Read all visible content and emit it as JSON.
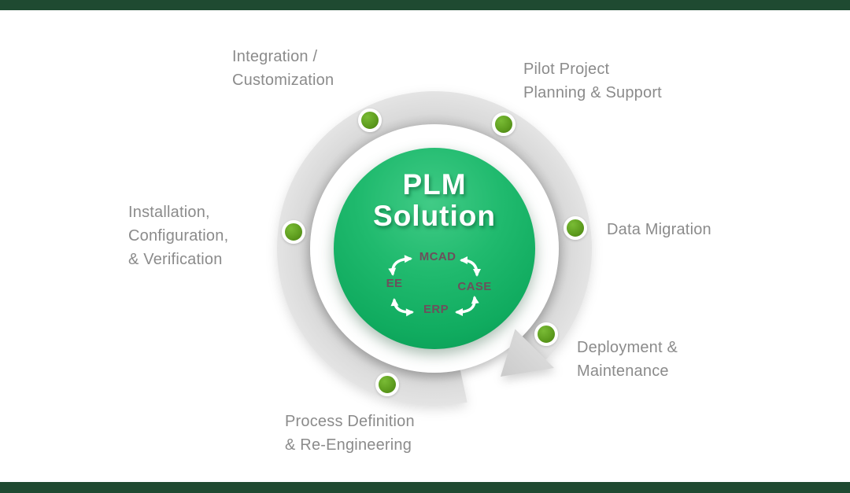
{
  "colors": {
    "border_bar": "#1f4a31",
    "ring_gray": "#d9d9d9",
    "stage_label_text": "#8b8b8b",
    "dot_green": "#5f9e1f",
    "solution_circle_green": "#17b468",
    "cycle_label_text": "#6d4f5c"
  },
  "center": {
    "title_line1": "PLM",
    "title_line2": "Solution",
    "cycle_items": [
      {
        "id": "mcad",
        "label": "MCAD"
      },
      {
        "id": "case",
        "label": "CASE"
      },
      {
        "id": "erp",
        "label": "ERP"
      },
      {
        "id": "ee",
        "label": "EE"
      }
    ]
  },
  "stages": [
    {
      "id": "integration",
      "label": "Integration /\nCustomization"
    },
    {
      "id": "pilot",
      "label": "Pilot Project\nPlanning & Support"
    },
    {
      "id": "data-migration",
      "label": "Data Migration"
    },
    {
      "id": "deployment",
      "label": "Deployment &\nMaintenance"
    },
    {
      "id": "process",
      "label": "Process Definition\n& Re-Engineering"
    },
    {
      "id": "installation",
      "label": "Installation,\nConfiguration,\n& Verification"
    }
  ]
}
